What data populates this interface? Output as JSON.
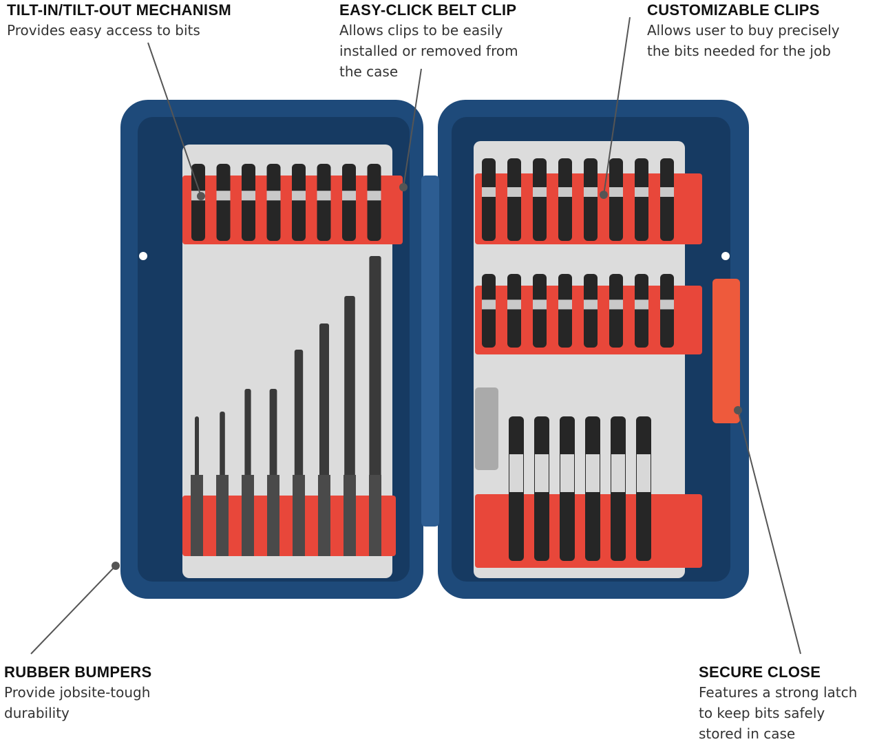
{
  "callouts": {
    "tilt": {
      "title": "TILT-IN/TILT-OUT MECHANISM",
      "text": "Provides easy access to bits"
    },
    "belt_clip": {
      "title": "EASY-CLICK BELT CLIP",
      "text": "Allows clips to be easily\ninstalled or removed from\nthe case"
    },
    "custom_clips": {
      "title": "CUSTOMIZABLE CLIPS",
      "text": "Allows user to buy precisely\nthe bits needed for the job"
    },
    "bumpers": {
      "title": "RUBBER BUMPERS",
      "text": "Provide jobsite-tough\ndurability"
    },
    "secure_close": {
      "title": "SECURE CLOSE",
      "text": "Features a strong latch\nto keep bits safely\nstored in case"
    }
  },
  "colors": {
    "case_blue": "#1e4a7a",
    "case_dark": "#123255",
    "clip_red": "#e8473a",
    "latch_orange": "#ee5a3c",
    "panel_gray": "#dcdcdc",
    "bit_black": "#262626"
  }
}
